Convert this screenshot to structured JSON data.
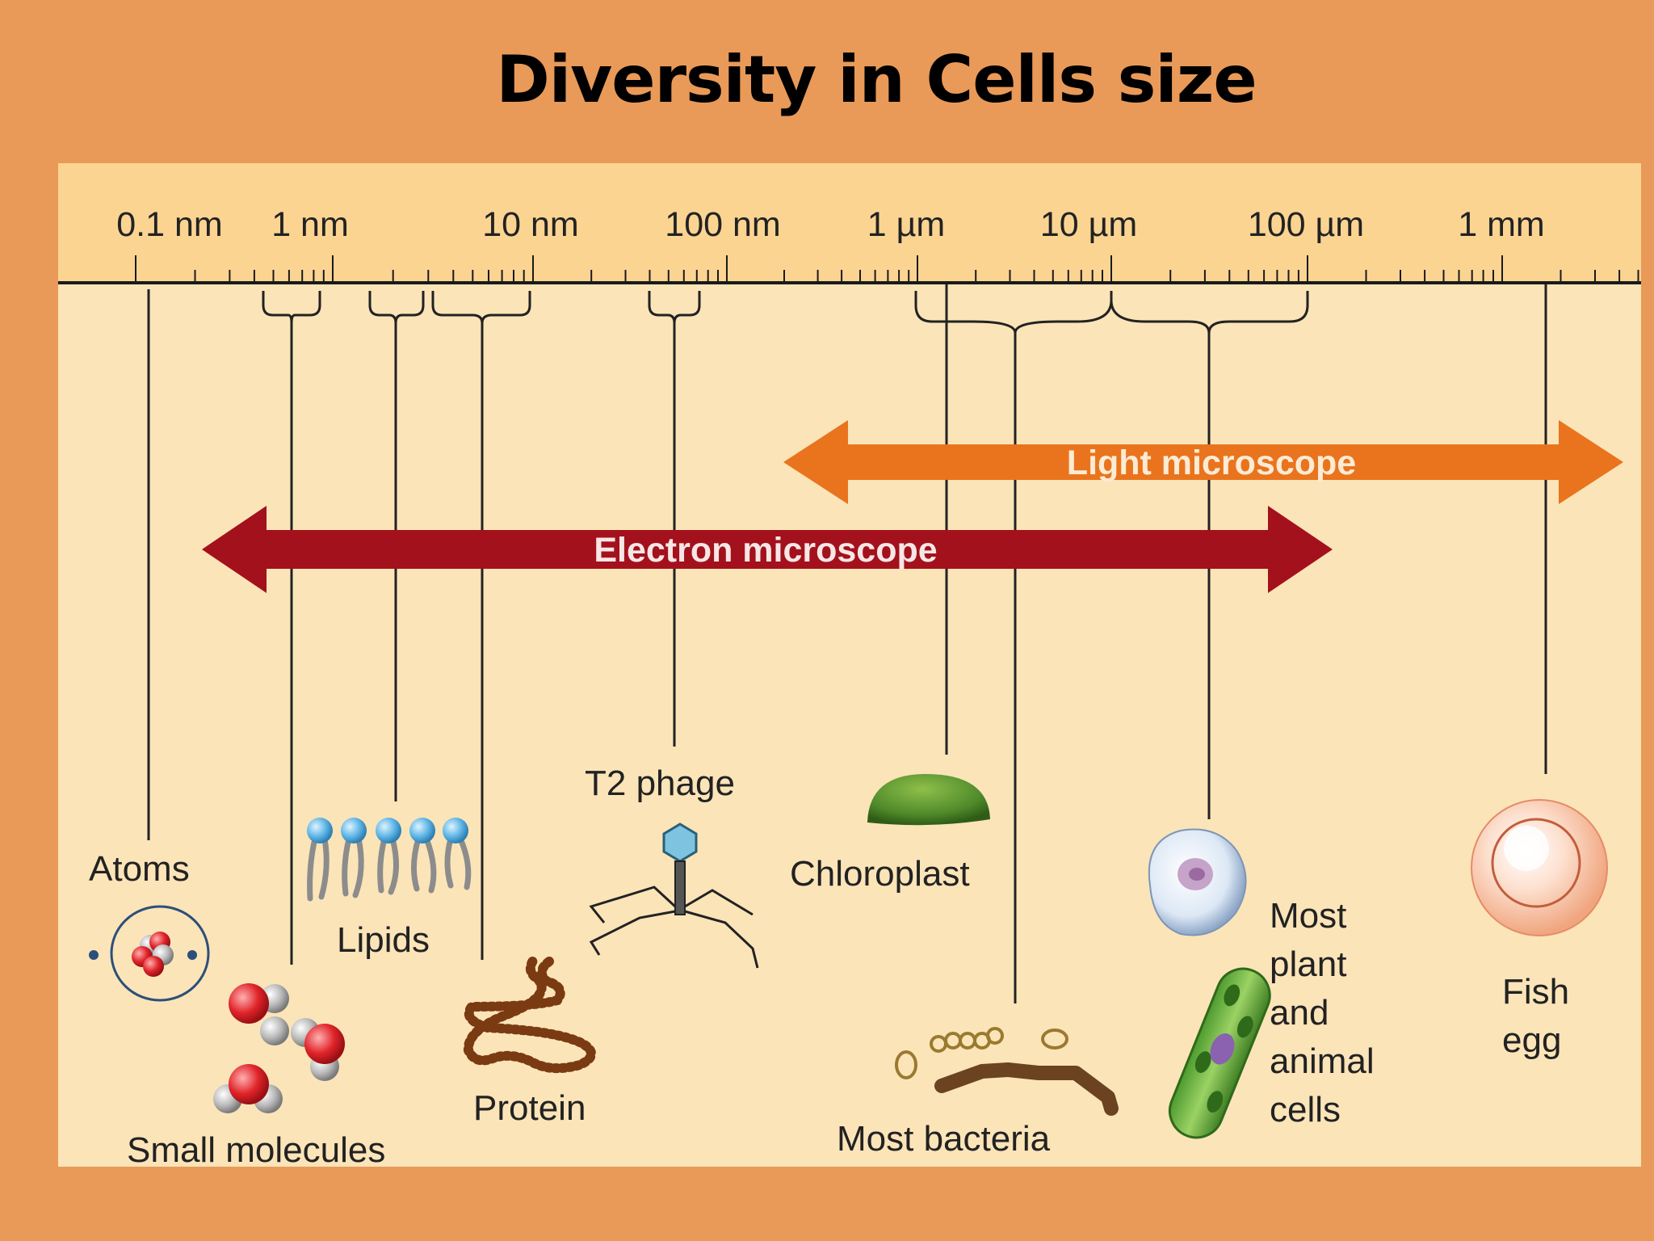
{
  "slide": {
    "title": "Diversity in Cells size"
  },
  "colors": {
    "background": "#e99a58",
    "panel": "#fbe4b8",
    "scale_band": "#fbd492",
    "light_microscope": "#e9741d",
    "electron_microscope": "#a3111c"
  },
  "scale": {
    "ticks": [
      "0.1 nm",
      "1 nm",
      "10 nm",
      "100 nm",
      "1 µm",
      "10 µm",
      "100 µm",
      "1 mm"
    ]
  },
  "ranges": {
    "light_microscope": {
      "label": "Light microscope",
      "from": "~100 nm",
      "to": "beyond 1 mm"
    },
    "electron_microscope": {
      "label": "Electron microscope",
      "from": "~0.1 nm",
      "to": "~100 µm"
    }
  },
  "items": [
    {
      "key": "atoms",
      "label": "Atoms",
      "icon": "atom-icon"
    },
    {
      "key": "small_molecules",
      "label": "Small molecules",
      "icon": "water-molecules-icon"
    },
    {
      "key": "lipids",
      "label": "Lipids",
      "icon": "lipid-bilayer-icon"
    },
    {
      "key": "protein",
      "label": "Protein",
      "icon": "protein-chain-icon"
    },
    {
      "key": "t2_phage",
      "label": "T2 phage",
      "icon": "bacteriophage-icon"
    },
    {
      "key": "chloroplast",
      "label": "Chloroplast",
      "icon": "chloroplast-icon"
    },
    {
      "key": "most_bacteria",
      "label": "Most bacteria",
      "icon": "bacteria-icon"
    },
    {
      "key": "cells",
      "label_lines": [
        "Most",
        "plant",
        "and",
        "animal",
        "cells"
      ],
      "icon": "cell-icon"
    },
    {
      "key": "fish_egg",
      "label_lines": [
        "Fish",
        "egg"
      ],
      "icon": "fish-egg-icon"
    }
  ]
}
